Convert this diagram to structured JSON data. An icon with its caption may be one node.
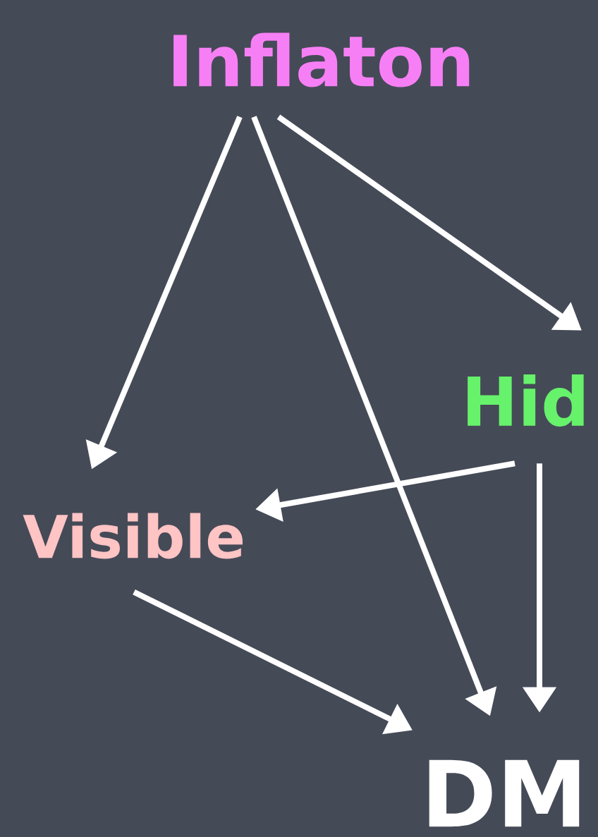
{
  "diagram": {
    "nodes": [
      {
        "text": [
          "Inflaton"
        ]
      },
      {
        "text": [
          "Hid"
        ]
      },
      {
        "text": [
          "Visible"
        ]
      },
      {
        "text": [
          "DM"
        ]
      }
    ],
    "edges": [
      {
        "from": 0,
        "to": 2,
        "arrow": "to"
      },
      {
        "from": 0,
        "to": 3,
        "arrow": "to"
      },
      {
        "from": 0,
        "to": 1,
        "arrow": "to"
      },
      {
        "from": 1,
        "to": 2,
        "arrow": "to"
      },
      {
        "from": 1,
        "to": 3,
        "arrow": "to"
      },
      {
        "from": 2,
        "to": 3,
        "arrow": "to"
      }
    ]
  }
}
